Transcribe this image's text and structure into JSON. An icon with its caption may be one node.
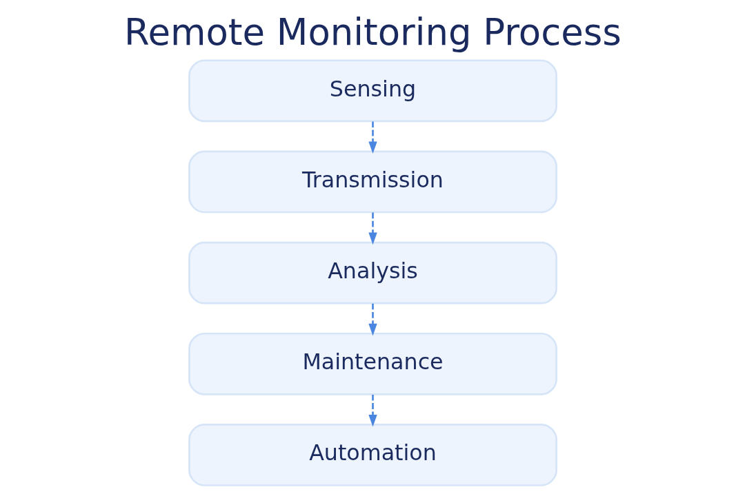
{
  "diagram": {
    "title": "Remote Monitoring Process",
    "nodes": [
      {
        "text": [
          "Sensing"
        ]
      },
      {
        "text": [
          "Transmission"
        ]
      },
      {
        "text": [
          "Analysis"
        ]
      },
      {
        "text": [
          "Maintenance"
        ]
      },
      {
        "text": [
          "Automation"
        ]
      }
    ],
    "edges": [
      {
        "from": 0,
        "to": 1,
        "arrow": "to",
        "style": "dashed"
      },
      {
        "from": 1,
        "to": 2,
        "arrow": "to",
        "style": "dashed"
      },
      {
        "from": 2,
        "to": 3,
        "arrow": "to",
        "style": "dashed"
      },
      {
        "from": 3,
        "to": 4,
        "arrow": "to",
        "style": "dashed"
      }
    ]
  }
}
